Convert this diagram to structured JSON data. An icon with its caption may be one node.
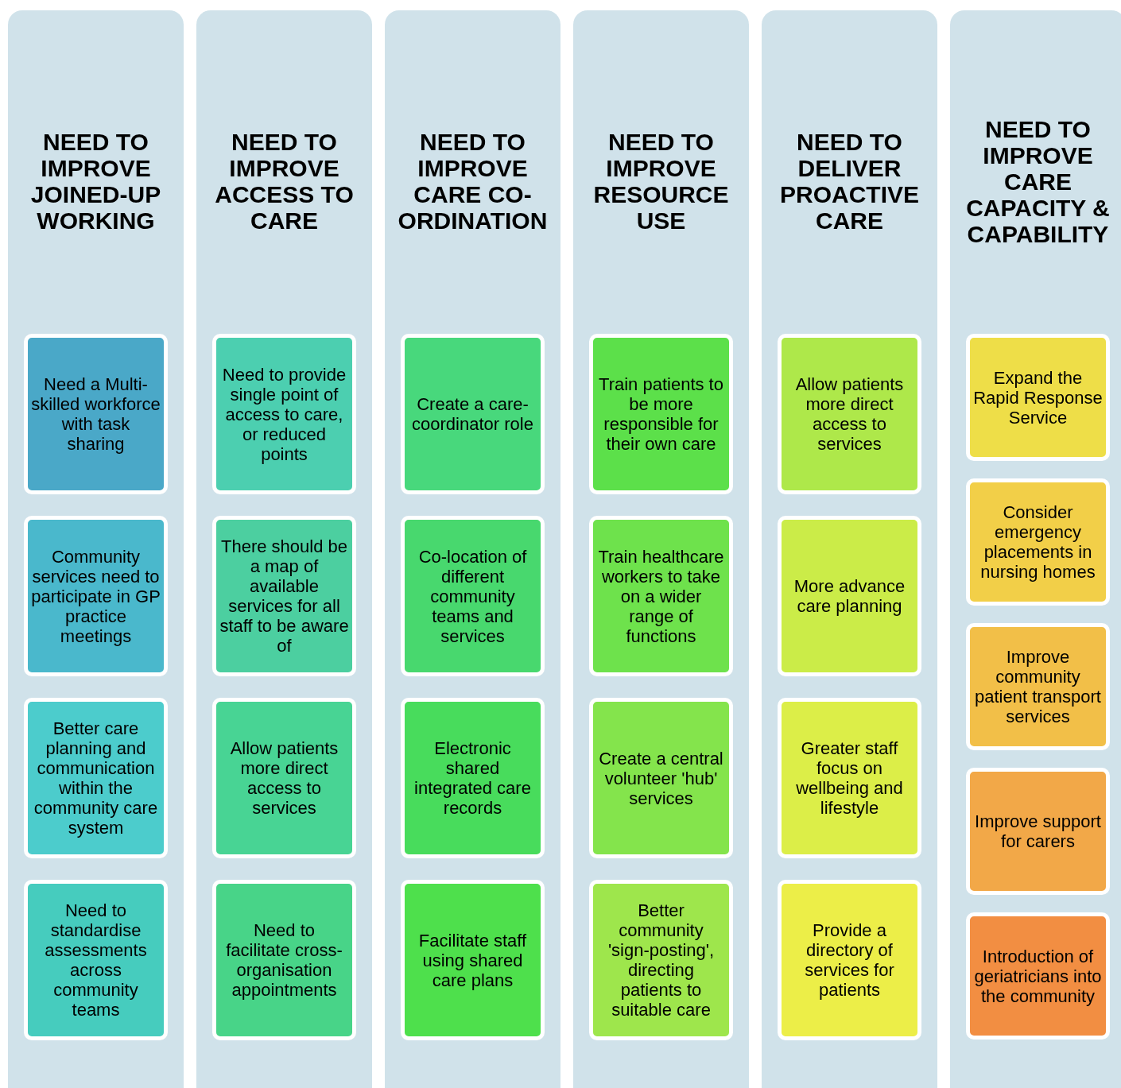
{
  "diagram": {
    "nodes": [
      {
        "text": [
          "NEED TO IMPROVE JOINED-UP WORKING"
        ]
      },
      {
        "text": [
          "Need a Multi-skilled workforce with task sharing"
        ],
        "in": 0
      },
      {
        "text": [
          "Community services need to participate in GP practice meetings"
        ],
        "in": 0
      },
      {
        "text": [
          "Better care planning and communication within the community care system"
        ],
        "in": 0
      },
      {
        "text": [
          "Need to standardise assessments across community teams"
        ],
        "in": 0
      },
      {
        "text": [
          "NEED TO IMPROVE ACCESS TO CARE"
        ]
      },
      {
        "text": [
          "Need to provide single point of access to care, or reduced points"
        ],
        "in": 5
      },
      {
        "text": [
          "There should be a map of available services for all staff to be aware of"
        ],
        "in": 5
      },
      {
        "text": [
          "Allow patients more direct access to services"
        ],
        "in": 5
      },
      {
        "text": [
          "Need to facilitate cross-organisation appointments"
        ],
        "in": 5
      },
      {
        "text": [
          "NEED TO IMPROVE CARE CO-ORDINATION"
        ]
      },
      {
        "text": [
          "Create a care-coordinator role"
        ],
        "in": 10
      },
      {
        "text": [
          "Co-location of different community teams and services"
        ],
        "in": 10
      },
      {
        "text": [
          "Electronic shared integrated care records"
        ],
        "in": 10
      },
      {
        "text": [
          "Facilitate staff using shared care plans"
        ],
        "in": 10
      },
      {
        "text": [
          "NEED TO IMPROVE RESOURCE USE"
        ]
      },
      {
        "text": [
          "Train patients to be more responsible for their own care"
        ],
        "in": 15
      },
      {
        "text": [
          "Train healthcare workers to take on a wider range of functions"
        ],
        "in": 15
      },
      {
        "text": [
          "Create a central volunteer 'hub' services"
        ],
        "in": 15
      },
      {
        "text": [
          "Better community 'sign-posting', directing patients to suitable care"
        ],
        "in": 15
      },
      {
        "text": [
          "NEED TO DELIVER PROACTIVE CARE"
        ]
      },
      {
        "text": [
          "Allow patients more direct access to services"
        ],
        "in": 20
      },
      {
        "text": [
          "More advance care planning"
        ],
        "in": 20
      },
      {
        "text": [
          "Greater staff focus on wellbeing and lifestyle"
        ],
        "in": 20
      },
      {
        "text": [
          "Provide a directory of services for patients"
        ],
        "in": 20
      },
      {
        "text": [
          "NEED TO IMPROVE CARE CAPACITY & CAPABILITY"
        ]
      },
      {
        "text": [
          "Expand the Rapid Response Service"
        ],
        "in": 25
      },
      {
        "text": [
          "Consider emergency placements in nursing homes"
        ],
        "in": 25
      },
      {
        "text": [
          "Improve community patient transport services"
        ],
        "in": 25
      },
      {
        "text": [
          "Improve support for carers"
        ],
        "in": 25
      },
      {
        "text": [
          "Introduction of geriatricians into the community"
        ],
        "in": 25
      }
    ]
  }
}
